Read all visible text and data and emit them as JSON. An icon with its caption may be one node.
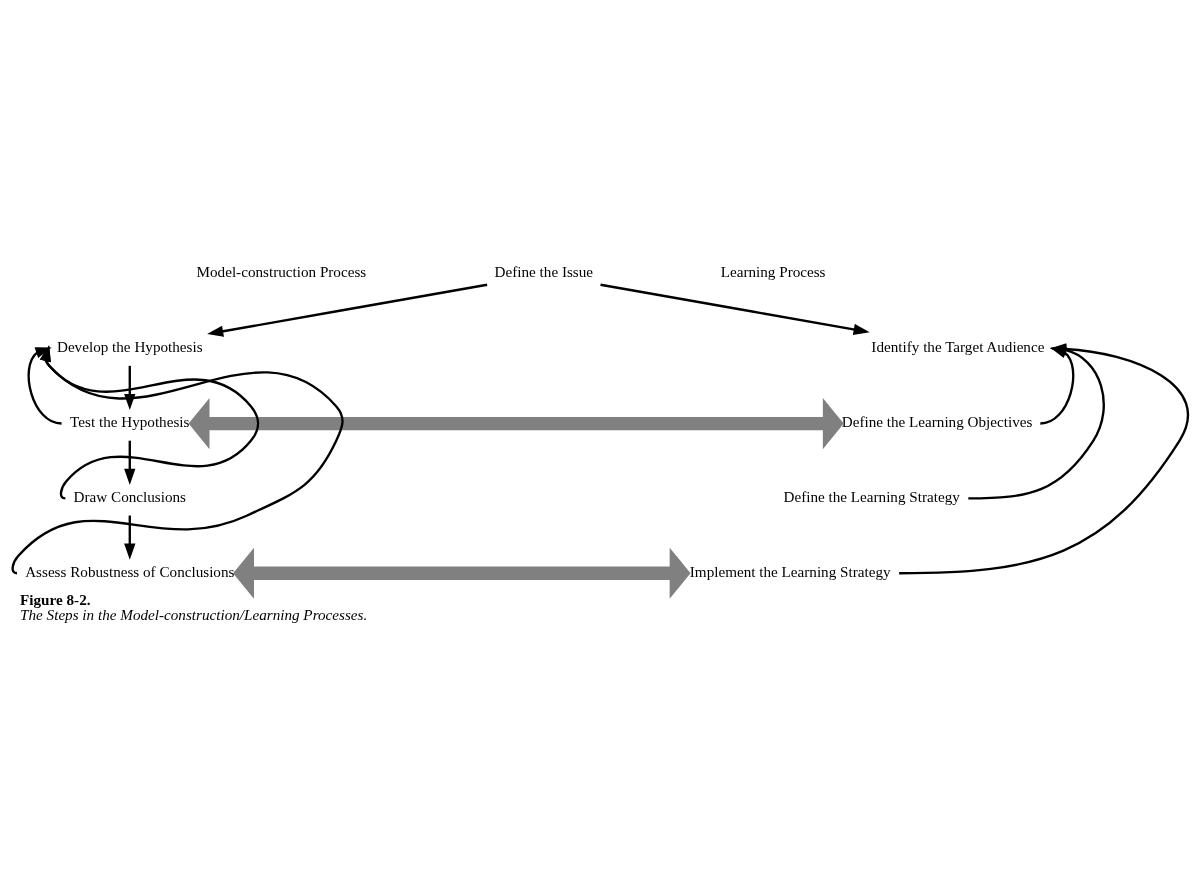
{
  "diagram": {
    "title": "Figure 8-2.",
    "caption": "The Steps in the Model-construction/Learning Processes.",
    "nodes": [
      {
        "text": [
          "Define the Issue"
        ]
      },
      {
        "text": [
          "Develop the Hypothesis"
        ]
      },
      {
        "text": [
          "Identify the Target Audience"
        ]
      },
      {
        "text": [
          "Test the Hypothesis"
        ]
      },
      {
        "text": [
          "Define the Learning Objectives"
        ]
      },
      {
        "text": [
          "Draw Conclusions"
        ]
      },
      {
        "text": [
          "Define the Learning Strategy"
        ]
      },
      {
        "text": [
          "Assess Robustness of Conclusions"
        ]
      },
      {
        "text": [
          "Implement the Learning Strategy"
        ]
      }
    ],
    "edges": [
      {
        "from": 0,
        "to": 1,
        "arrow": "to"
      },
      {
        "from": 0,
        "to": 2,
        "arrow": "to"
      },
      {
        "from": 1,
        "to": 3,
        "arrow": "to"
      },
      {
        "from": 3,
        "to": 5,
        "arrow": "to"
      },
      {
        "from": 5,
        "to": 7,
        "arrow": "to"
      },
      {
        "from": 3,
        "to": 1,
        "arrow": "to"
      },
      {
        "from": 5,
        "to": 1,
        "arrow": "to"
      },
      {
        "from": 7,
        "to": 1,
        "arrow": "to"
      },
      {
        "from": 4,
        "to": 2,
        "arrow": "to"
      },
      {
        "from": 6,
        "to": 2,
        "arrow": "to"
      },
      {
        "from": 8,
        "to": 2,
        "arrow": "to"
      },
      {
        "from": 3,
        "to": 4,
        "arrow": "both",
        "style": "thick",
        "color": "#808080"
      },
      {
        "from": 7,
        "to": 8,
        "arrow": "both",
        "style": "thick",
        "color": "#808080"
      }
    ],
    "labels": [
      "Model-construction Process",
      "Learning Process"
    ]
  }
}
